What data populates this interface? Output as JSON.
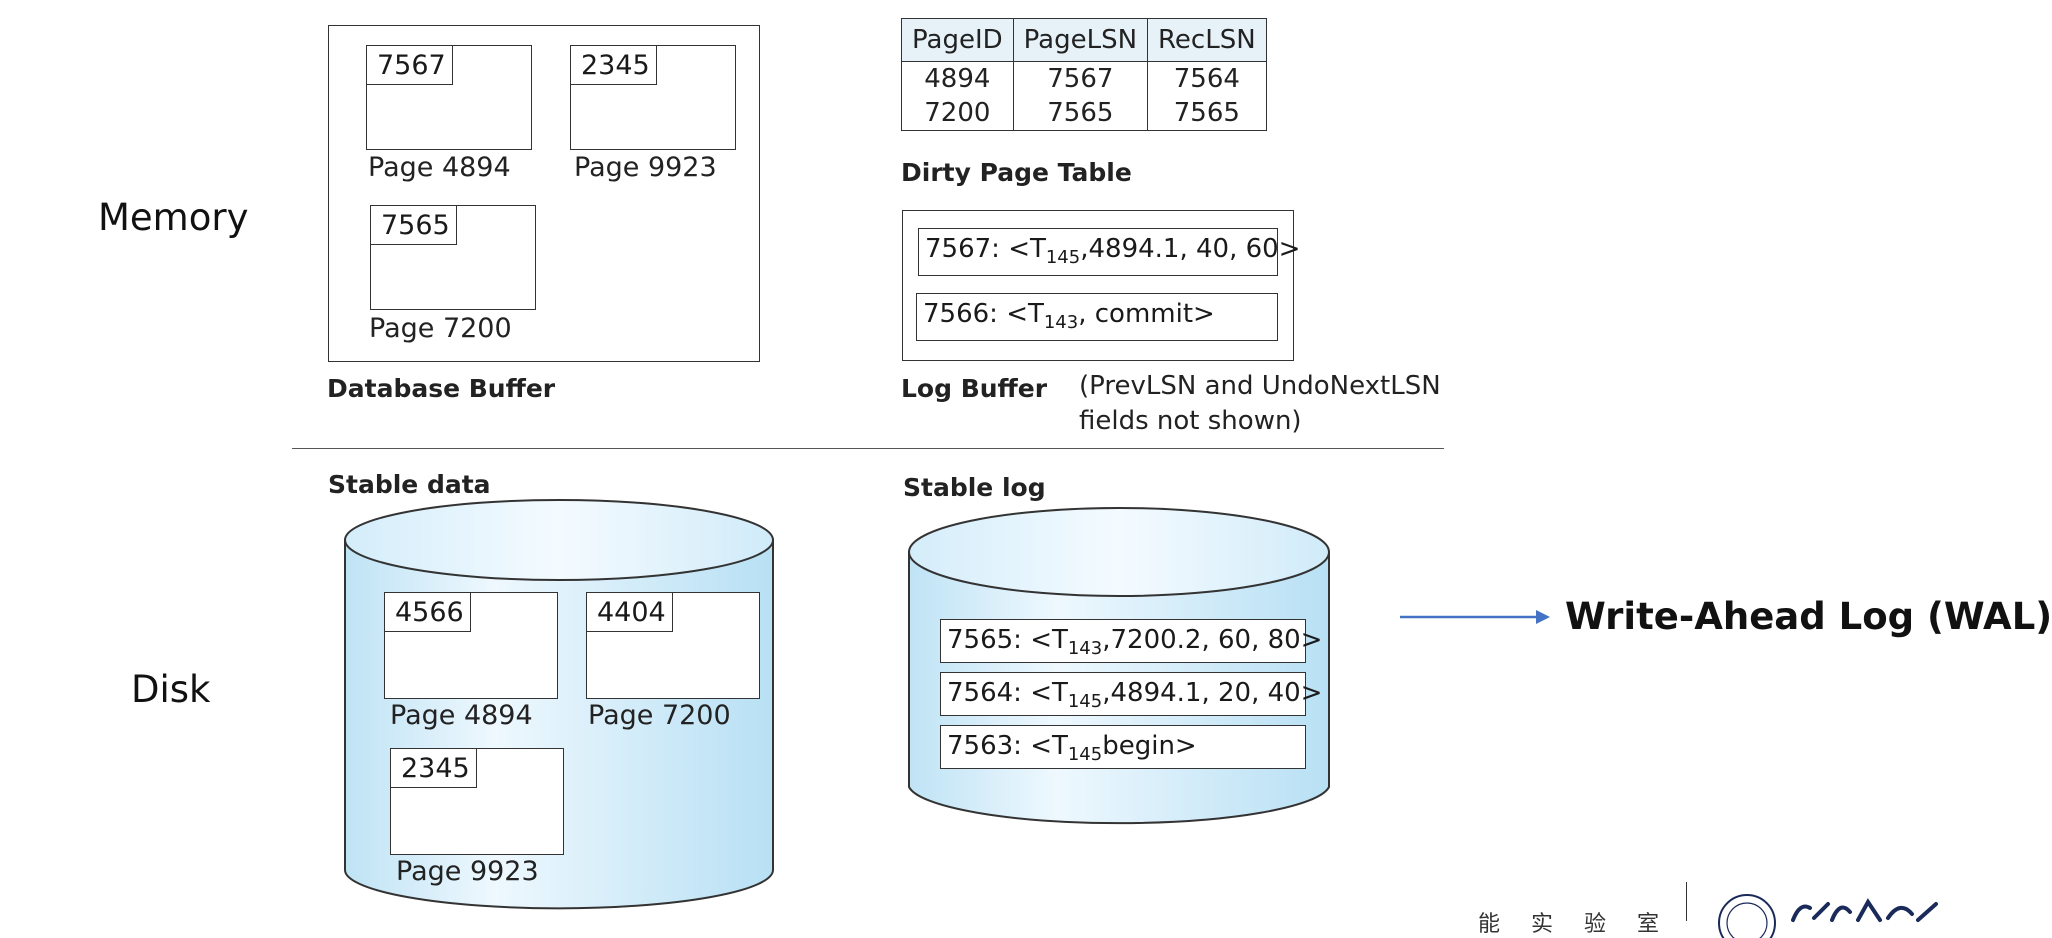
{
  "labels": {
    "memory": "Memory",
    "disk": "Disk"
  },
  "database_buffer": {
    "caption": "Database Buffer",
    "pages": [
      {
        "lsn": "7567",
        "name": "Page 4894"
      },
      {
        "lsn": "2345",
        "name": "Page 9923"
      },
      {
        "lsn": "7565",
        "name": "Page 7200"
      }
    ]
  },
  "dirty_page_table": {
    "caption": "Dirty Page Table",
    "headers": [
      "PageID",
      "PageLSN",
      "RecLSN"
    ],
    "rows": [
      [
        "4894",
        "7567",
        "7564"
      ],
      [
        "7200",
        "7565",
        "7565"
      ]
    ]
  },
  "log_buffer": {
    "caption": "Log Buffer",
    "note_line1": "(PrevLSN and UndoNextLSN",
    "note_line2": "fields not shown)",
    "records": [
      {
        "pre": "7567: <T",
        "sub": "145",
        "post": ",4894.1, 40, 60>"
      },
      {
        "pre": "7566: <T",
        "sub": "143",
        "post": ", commit>"
      }
    ]
  },
  "stable_data": {
    "caption": "Stable data",
    "pages": [
      {
        "lsn": "4566",
        "name": "Page 4894"
      },
      {
        "lsn": "4404",
        "name": "Page 7200"
      },
      {
        "lsn": "2345",
        "name": "Page 9923"
      }
    ]
  },
  "stable_log": {
    "caption": "Stable log",
    "records": [
      {
        "pre": "7565: <T",
        "sub": "143",
        "post": ",7200.2, 60, 80>"
      },
      {
        "pre": "7564: <T",
        "sub": "145",
        "post": ",4894.1, 20, 40>"
      },
      {
        "pre": "7563: <T",
        "sub": "145",
        "post": "begin>"
      }
    ]
  },
  "annotation": {
    "text": "Write-Ahead Log (WAL)",
    "arrow_color": "#4472c4"
  },
  "logo": {
    "lab_text": "能 实 验 室"
  },
  "colors": {
    "cylinder_fill_light": "#eaf6fd",
    "cylinder_fill_dark": "#bfe3f5",
    "table_header_fill": "#e6f2f8"
  }
}
